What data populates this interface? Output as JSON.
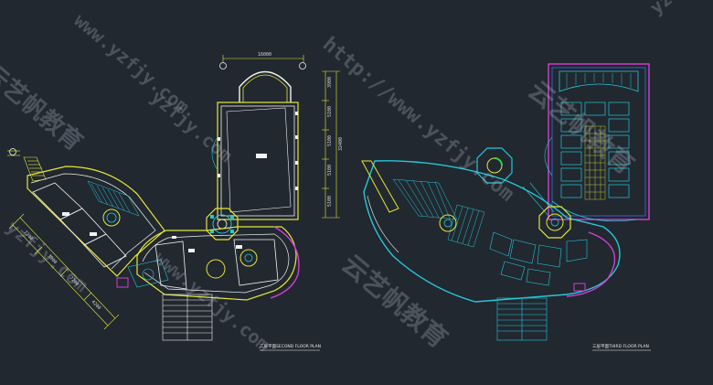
{
  "drawing": {
    "left_plan": {
      "dims_top": "16000",
      "dims_right": [
        "3900",
        "5100",
        "5100",
        "5100",
        "5100"
      ],
      "dims_right_total": "32400",
      "dims_left": [
        "7200",
        "3900",
        "7200",
        "4200"
      ],
      "title": "二层平面",
      "subtitle": "SECOND FLOOR PLAN"
    },
    "right_plan": {
      "title": "三层平面",
      "subtitle": "THIRD FLOOR PLAN"
    }
  },
  "watermarks": {
    "url_a": "http://www.yzfjy.com",
    "url_b": "www.yzfjy.com",
    "url_c": "yzfjy.com",
    "cn": "云艺帆教育"
  },
  "colors": {
    "background": "#212830",
    "yellow": "#e6e635",
    "cyan": "#27c6d8",
    "white": "#f2f2f2",
    "magenta": "#d33ed3",
    "green": "#38d24a",
    "blue": "#3b6fe0"
  }
}
